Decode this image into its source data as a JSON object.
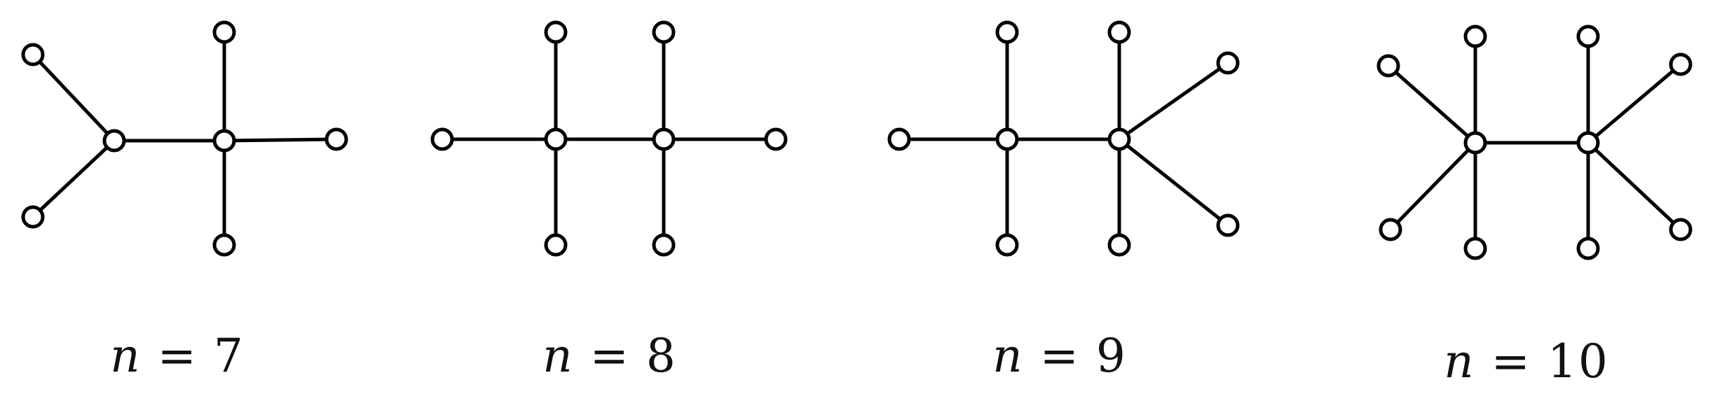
{
  "figure": {
    "colors": {
      "stroke": "#000000",
      "node_fill": "#ffffff",
      "text": "#111111"
    },
    "trees": [
      {
        "caption_var": "n",
        "caption_eq": "=",
        "caption_num": "7",
        "nodes": [
          "a",
          "b",
          "c",
          "d",
          "e",
          "f",
          "g"
        ],
        "edges": [
          [
            "a",
            "c"
          ],
          [
            "b",
            "c"
          ],
          [
            "c",
            "d"
          ],
          [
            "d",
            "e"
          ],
          [
            "d",
            "f"
          ],
          [
            "d",
            "g"
          ]
        ]
      },
      {
        "caption_var": "n",
        "caption_eq": "=",
        "caption_num": "8",
        "nodes": [
          "a",
          "b",
          "c",
          "d",
          "e",
          "f",
          "g",
          "h"
        ],
        "edges": [
          [
            "a",
            "b"
          ],
          [
            "b",
            "c"
          ],
          [
            "b",
            "d"
          ],
          [
            "b",
            "e"
          ],
          [
            "e",
            "f"
          ],
          [
            "e",
            "g"
          ],
          [
            "e",
            "h"
          ]
        ]
      },
      {
        "caption_var": "n",
        "caption_eq": "=",
        "caption_num": "9",
        "nodes": [
          "a",
          "b",
          "c",
          "d",
          "e",
          "f",
          "g",
          "h",
          "i"
        ],
        "edges": [
          [
            "a",
            "b"
          ],
          [
            "b",
            "c"
          ],
          [
            "b",
            "d"
          ],
          [
            "b",
            "e"
          ],
          [
            "e",
            "f"
          ],
          [
            "e",
            "g"
          ],
          [
            "e",
            "h"
          ],
          [
            "e",
            "i"
          ]
        ]
      },
      {
        "caption_var": "n",
        "caption_eq": "=",
        "caption_num": "10",
        "nodes": [
          "a",
          "b",
          "c",
          "d",
          "e",
          "f",
          "g",
          "h",
          "i",
          "j"
        ],
        "edges": [
          [
            "a",
            "b"
          ],
          [
            "c",
            "b"
          ],
          [
            "d",
            "b"
          ],
          [
            "e",
            "b"
          ],
          [
            "b",
            "f"
          ],
          [
            "f",
            "g"
          ],
          [
            "f",
            "h"
          ],
          [
            "f",
            "i"
          ],
          [
            "f",
            "j"
          ]
        ]
      }
    ]
  }
}
